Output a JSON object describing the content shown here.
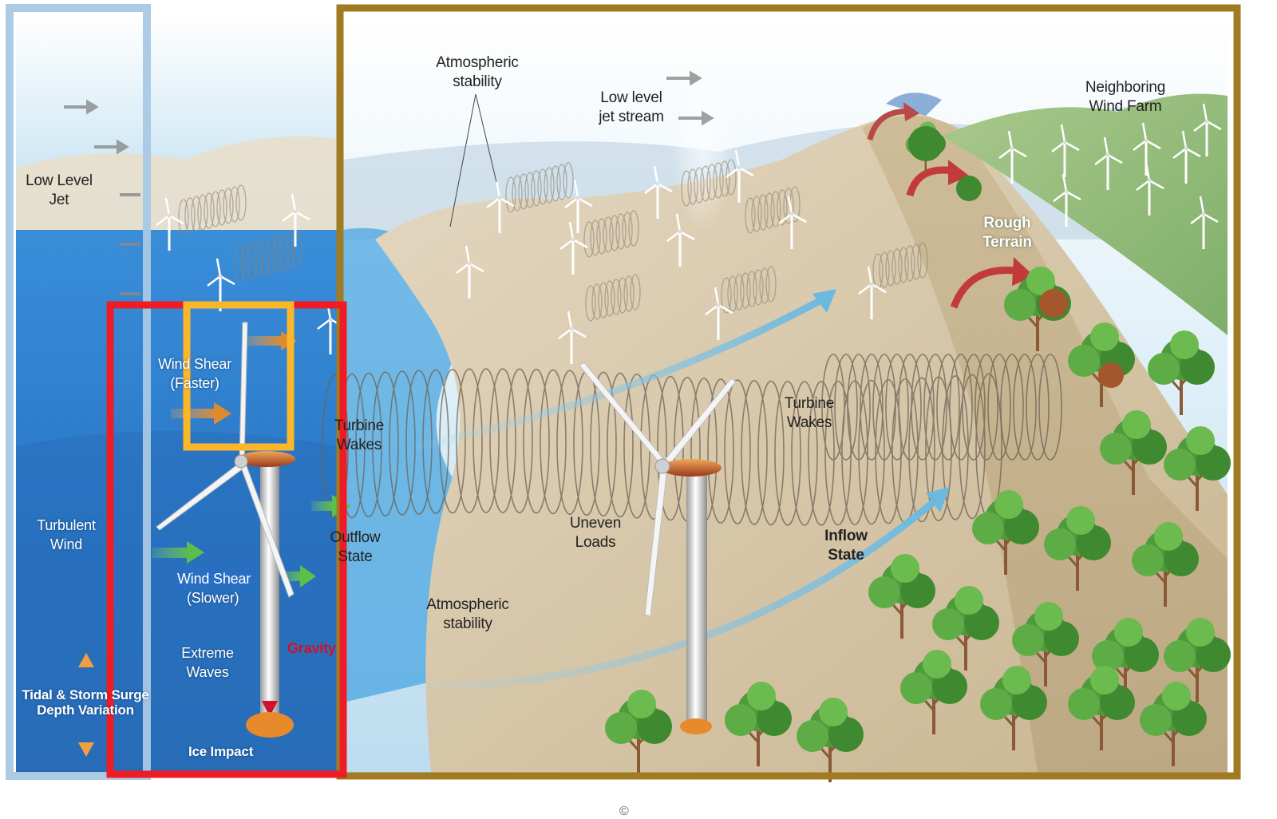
{
  "colors": {
    "sky": "#cfe6f3",
    "ocean": "#2f7fd0",
    "terrain": "#d9c9ad",
    "blue_frame": "#a9c8e4",
    "gold_frame": "#a07b22",
    "red_frame": "#ee1c25",
    "yellow_frame": "#fbb62a",
    "gravity_red": "#d0112b",
    "hub_orange": "#e78a2b"
  },
  "labels": {
    "low_level_jet": [
      "Low Level",
      "Jet"
    ],
    "turbulent_wind": [
      "Turbulent",
      "Wind"
    ],
    "tidal": [
      "Tidal & Storm Surge",
      "Depth Variation"
    ],
    "wind_shear_faster": [
      "Wind Shear",
      "(Faster)"
    ],
    "wind_shear_slower_1": "Wind Shear",
    "wind_shear_slower_2": "(Slower)",
    "extreme_waves": [
      "Extreme",
      "Waves"
    ],
    "ice_impact": "Ice Impact",
    "gravity": "Gravity",
    "turbine_wakes_left": [
      "Turbine",
      "Wakes"
    ],
    "outflow_state": [
      "Outflow",
      "State"
    ],
    "atmospheric_stability_top": [
      "Atmospheric",
      "stability"
    ],
    "low_level_jet_stream": [
      "Low level",
      "jet stream"
    ],
    "neighboring_wind_farm": [
      "Neighboring",
      "Wind Farm"
    ],
    "rough_terrain": [
      "Rough",
      "Terrain"
    ],
    "turbine_wakes_right": [
      "Turbine",
      "Wakes"
    ],
    "uneven_loads": [
      "Uneven",
      "Loads"
    ],
    "inflow_state": [
      "Inflow",
      "State"
    ],
    "atmospheric_stability_bottom": [
      "Atmospheric",
      "stability"
    ]
  },
  "copyright": "©"
}
